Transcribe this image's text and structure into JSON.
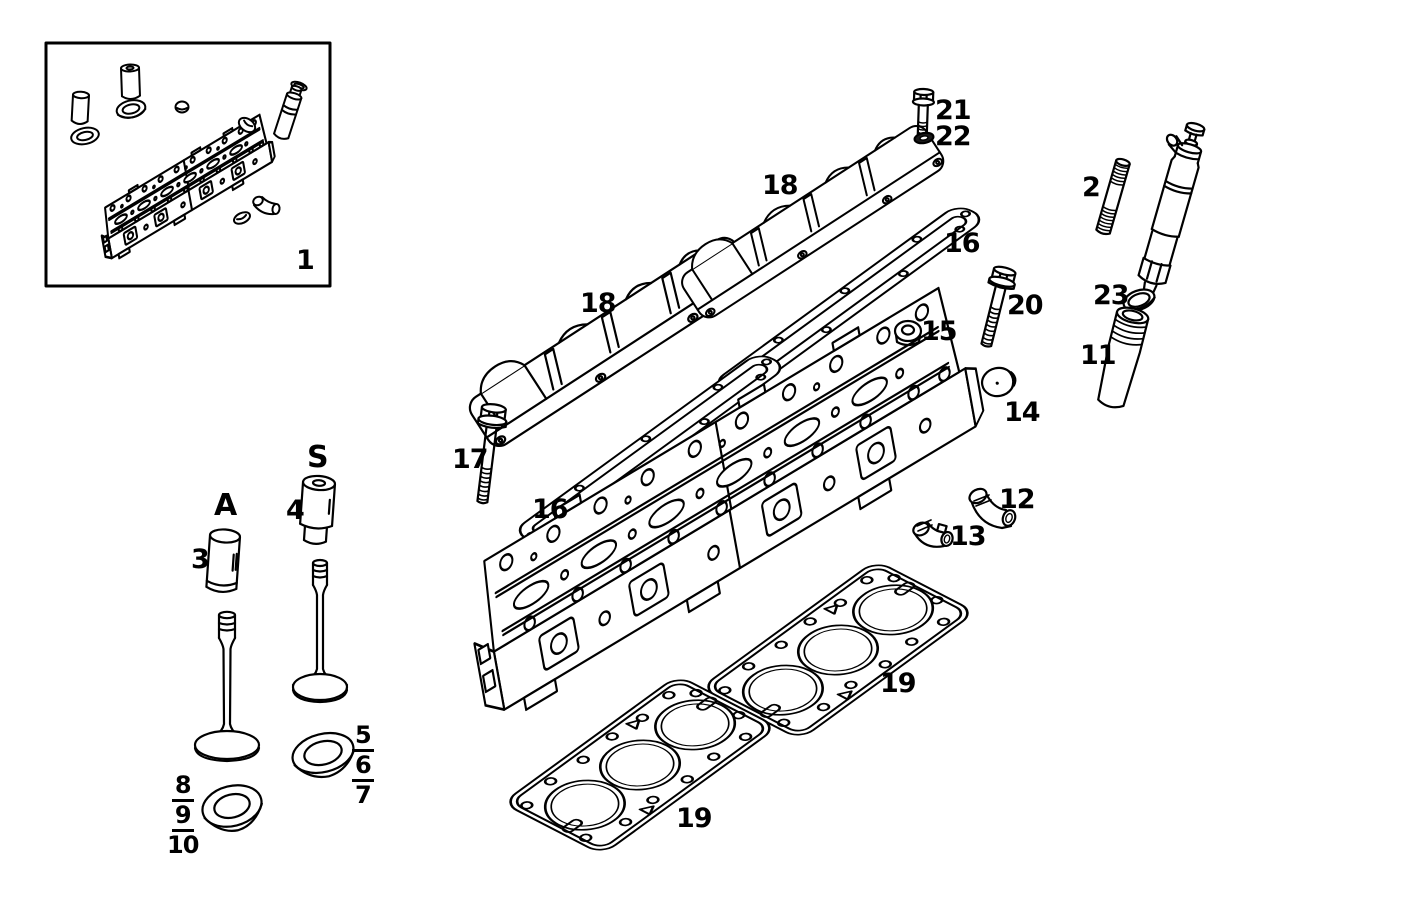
{
  "figure": {
    "background": "#ffffff",
    "line_color": "#000000"
  },
  "callouts": {
    "assembly_inset": "1",
    "stud": "2",
    "valve_guide_intake": "3",
    "valve_guide_exhaust": "4",
    "intake_letter": "A",
    "exhaust_letter": "S",
    "valve_seats_exhaust": [
      "5",
      "6",
      "7"
    ],
    "valve_seats_intake": [
      "8",
      "9",
      "10"
    ],
    "injector_sleeve": "11",
    "elbow_large": "12",
    "elbow_small": "13",
    "cup_plug": "14",
    "cap_nut": "15",
    "cover_gasket_rear": "16",
    "cover_gasket_front": "16",
    "head_bolt": "17",
    "valve_cover_rear": "18",
    "valve_cover_front": "18",
    "head_gasket_rear": "19",
    "head_gasket_front": "19",
    "hex_bolt": "20",
    "small_bolt": "21",
    "washer": "22",
    "injector_washer": "23"
  }
}
